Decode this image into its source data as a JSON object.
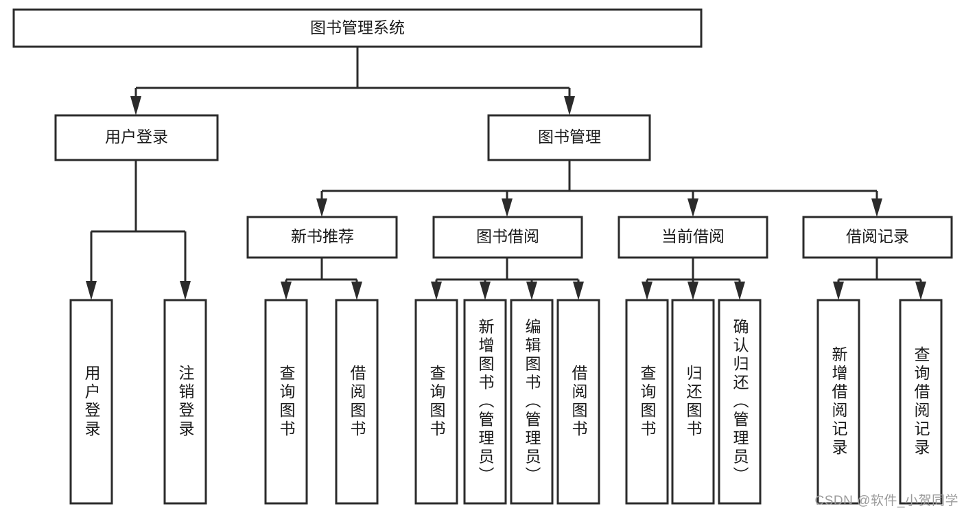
{
  "diagram": {
    "type": "hierarchy-tree",
    "title": "图书管理系统",
    "background_color": "#ffffff",
    "line_color": "#2b2b2b",
    "box_fill": "#ffffff",
    "text_color": "#1a1a1a"
  },
  "root": {
    "label": "图书管理系统"
  },
  "level2": [
    {
      "label": "用户登录"
    },
    {
      "label": "图书管理"
    }
  ],
  "level3": [
    {
      "label": "新书推荐"
    },
    {
      "label": "图书借阅"
    },
    {
      "label": "当前借阅"
    },
    {
      "label": "借阅记录"
    }
  ],
  "leaves": {
    "user_login": [
      {
        "label": "用户登录"
      },
      {
        "label": "注销登录"
      }
    ],
    "new_book_recommend": [
      {
        "label": "查询图书"
      },
      {
        "label": "借阅图书"
      }
    ],
    "book_borrow": [
      {
        "label": "查询图书"
      },
      {
        "label": "新增图书（管理员）"
      },
      {
        "label": "编辑图书（管理员）"
      },
      {
        "label": "借阅图书"
      }
    ],
    "current_borrow": [
      {
        "label": "查询图书"
      },
      {
        "label": "归还图书"
      },
      {
        "label": "确认归还（管理员）"
      }
    ],
    "borrow_record": [
      {
        "label": "新增借阅记录"
      },
      {
        "label": "查询借阅记录"
      }
    ]
  },
  "watermark": {
    "text": "CSDN @软件_小贺同学",
    "color": "#9b9b9b"
  }
}
